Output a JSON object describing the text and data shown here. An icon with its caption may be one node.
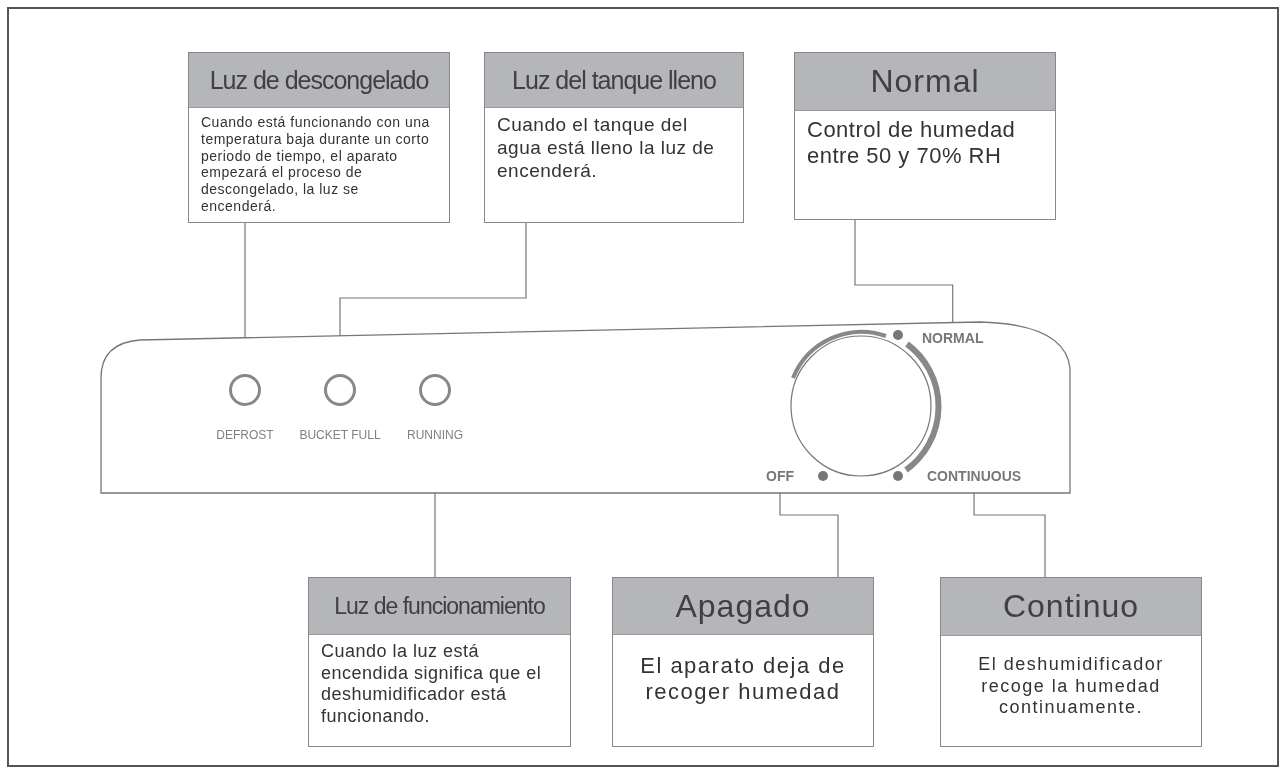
{
  "diagram": {
    "nodes": [
      {
        "text": [
          "Luz de descongelado",
          "Cuando está funcionando con una temperatura baja durante un corto periodo de tiempo, el aparato empezará el proceso de descongelado, la luz se encenderá."
        ]
      },
      {
        "text": [
          "Luz del tanque lleno",
          "Cuando el tanque del agua está  lleno la luz de encenderá."
        ]
      },
      {
        "text": [
          "Normal",
          "Control de humedad entre 50 y 70% RH"
        ]
      },
      {
        "text": [],
        "shape": "box"
      },
      {
        "text": [],
        "shape": "circle",
        "in": 3,
        "beside": [
          "DEFROST"
        ]
      },
      {
        "text": [],
        "shape": "circle",
        "in": 3,
        "beside": [
          "BUCKET FULL"
        ]
      },
      {
        "text": [],
        "shape": "circle",
        "in": 3,
        "beside": [
          "RUNNING"
        ]
      },
      {
        "text": [],
        "shape": "circle",
        "in": 3
      },
      {
        "text": [
          "NORMAL"
        ],
        "in": 3
      },
      {
        "text": [
          "OFF"
        ],
        "in": 3
      },
      {
        "text": [
          "CONTINUOUS"
        ],
        "in": 3
      },
      {
        "text": [
          "Luz de funcionamiento",
          "Cuando la luz está encendida significa que el deshumidificador está funcionando."
        ]
      },
      {
        "text": [
          "Apagado",
          "El aparato deja de recoger humedad"
        ]
      },
      {
        "text": [
          "Continuo",
          "El deshumidificador recoge la humedad continuamente."
        ]
      }
    ],
    "edges": [
      {
        "from": 0,
        "to": 4,
        "arrow": "none"
      },
      {
        "from": 1,
        "to": 5,
        "arrow": "none"
      },
      {
        "from": 2,
        "to": 8,
        "arrow": "none"
      },
      {
        "from": 11,
        "to": 6,
        "arrow": "none"
      },
      {
        "from": 12,
        "to": 9,
        "arrow": "none"
      },
      {
        "from": 13,
        "to": 10,
        "arrow": "none"
      }
    ]
  }
}
